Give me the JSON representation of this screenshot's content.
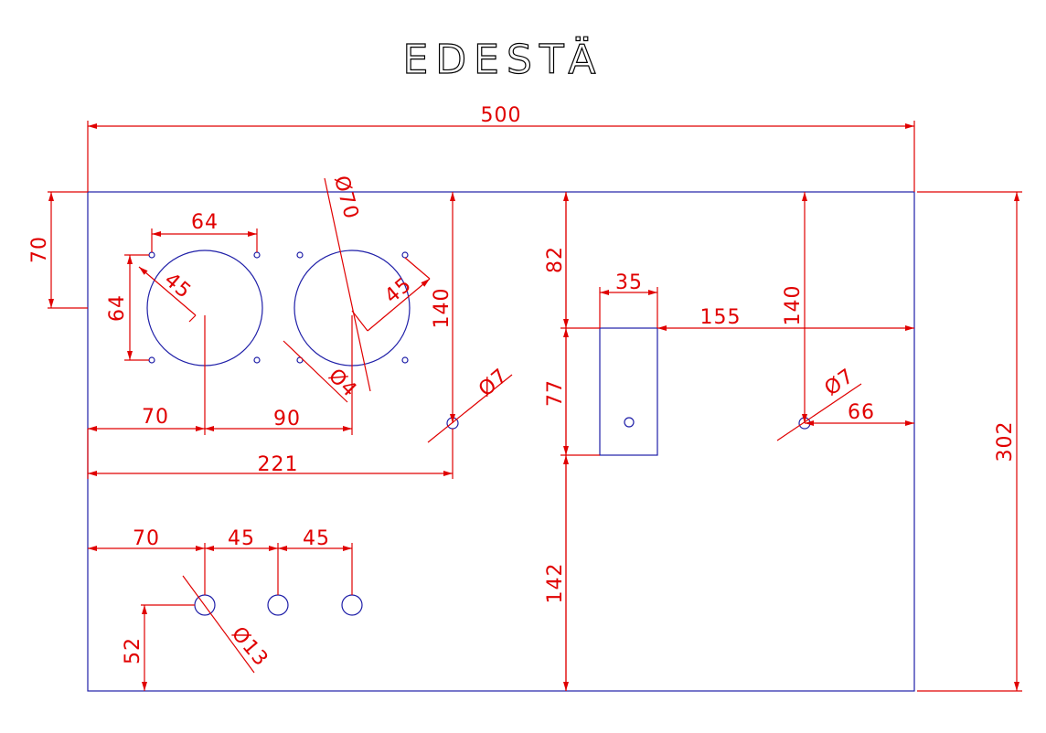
{
  "title": "EDESTÄ",
  "dimensions": {
    "overall_width": "500",
    "overall_height": "302",
    "left_top_offset": "70",
    "fan_hole_spacing_h": "64",
    "fan_hole_spacing_v": "64",
    "fan1_radius": "45",
    "fan2_radius": "45",
    "fan_diameter": "Ø70",
    "screw_diameter": "Ø4",
    "fan1_x": "70",
    "fan2_x": "90",
    "divider_x": "221",
    "divider_height": "140",
    "hole_left_diameter": "Ø7",
    "right_top_82": "82",
    "box_width": "35",
    "box_offset": "155",
    "box_height": "77",
    "right_vertical_140": "140",
    "hole_right_diameter": "Ø7",
    "hole_right_x": "66",
    "right_bottom_142": "142",
    "jack1_x": "70",
    "jack2_x": "45",
    "jack3_x": "45",
    "jack_diameter": "Ø13",
    "jack_y": "52"
  }
}
